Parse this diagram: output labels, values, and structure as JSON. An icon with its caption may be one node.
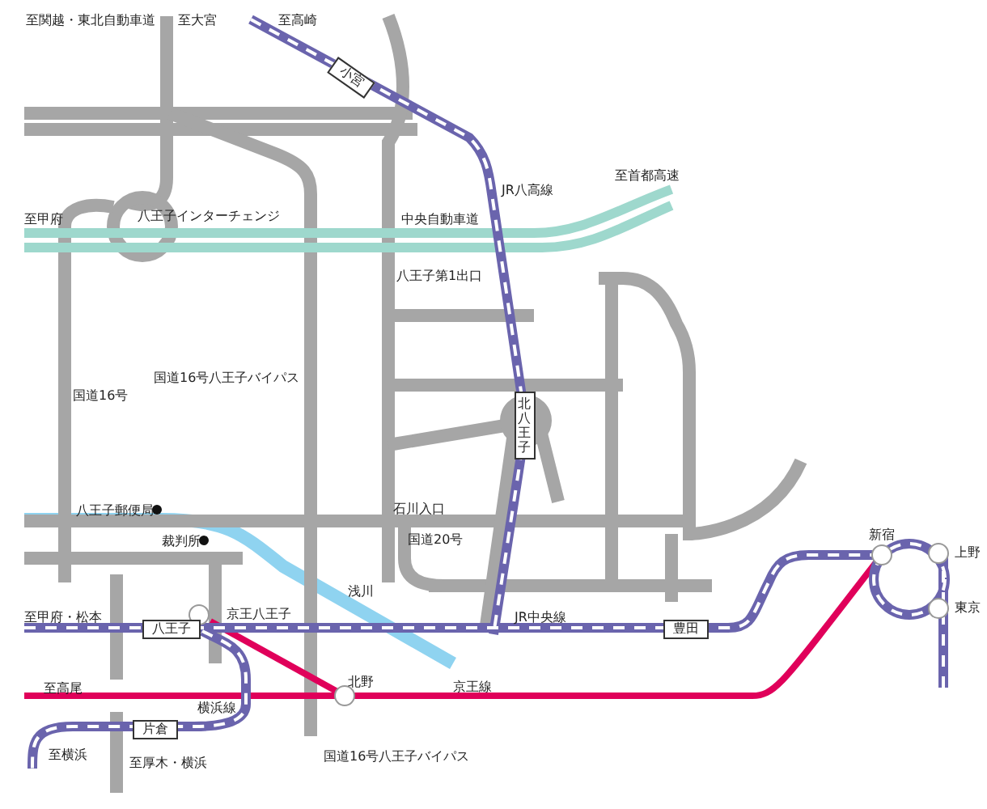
{
  "diagram": {
    "labels": [
      "至関越・東北自動車道",
      "至大宮",
      "至高崎",
      "小宮",
      "JR八高線",
      "至首都高速",
      "至甲府",
      "八王子インターチェンジ",
      "中央自動車道",
      "八王子第1出口",
      "国道16号八王子バイパス",
      "国道16号",
      "北八王子",
      "八王子郵便局",
      "裁判所",
      "石川入口",
      "国道20号",
      "浅川",
      "至甲府・松本",
      "八王子",
      "京王八王子",
      "JR中央線",
      "豊田",
      "至高尾",
      "北野",
      "京王線",
      "横浜線",
      "片倉",
      "至横浜",
      "至厚木・横浜",
      "国道16号八王子バイパス",
      "新宿",
      "上野",
      "東京"
    ]
  }
}
